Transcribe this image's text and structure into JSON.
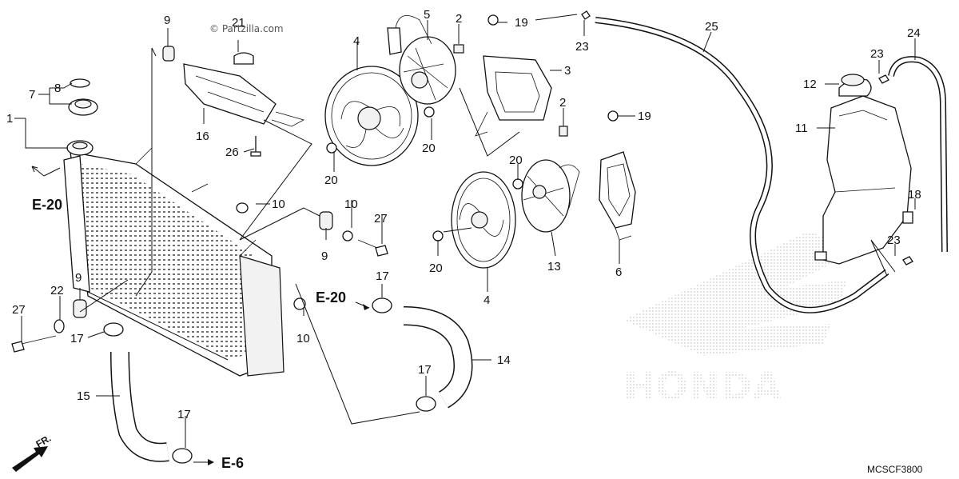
{
  "watermark": "© Partzilla.com",
  "diagram_code": "MCSCF3800",
  "brand_mark": "HONDA",
  "front_arrow": "FR.",
  "callouts": [
    {
      "id": "c1",
      "text": "1"
    },
    {
      "id": "c2a",
      "text": "2"
    },
    {
      "id": "c2b",
      "text": "2"
    },
    {
      "id": "c3",
      "text": "3"
    },
    {
      "id": "c4a",
      "text": "4"
    },
    {
      "id": "c4b",
      "text": "4"
    },
    {
      "id": "c5",
      "text": "5"
    },
    {
      "id": "c6",
      "text": "6"
    },
    {
      "id": "c7",
      "text": "7"
    },
    {
      "id": "c8",
      "text": "8"
    },
    {
      "id": "c9a",
      "text": "9"
    },
    {
      "id": "c9b",
      "text": "9"
    },
    {
      "id": "c9c",
      "text": "9"
    },
    {
      "id": "c10a",
      "text": "10"
    },
    {
      "id": "c10b",
      "text": "10"
    },
    {
      "id": "c10c",
      "text": "10"
    },
    {
      "id": "c11",
      "text": "11"
    },
    {
      "id": "c12",
      "text": "12"
    },
    {
      "id": "c13",
      "text": "13"
    },
    {
      "id": "c14",
      "text": "14"
    },
    {
      "id": "c15",
      "text": "15"
    },
    {
      "id": "c16",
      "text": "16"
    },
    {
      "id": "c17a",
      "text": "17"
    },
    {
      "id": "c17b",
      "text": "17"
    },
    {
      "id": "c17c",
      "text": "17"
    },
    {
      "id": "c17d",
      "text": "17"
    },
    {
      "id": "c18",
      "text": "18"
    },
    {
      "id": "c19a",
      "text": "19"
    },
    {
      "id": "c19b",
      "text": "19"
    },
    {
      "id": "c20a",
      "text": "20"
    },
    {
      "id": "c20b",
      "text": "20"
    },
    {
      "id": "c20c",
      "text": "20"
    },
    {
      "id": "c20d",
      "text": "20"
    },
    {
      "id": "c21",
      "text": "21"
    },
    {
      "id": "c22",
      "text": "22"
    },
    {
      "id": "c23a",
      "text": "23"
    },
    {
      "id": "c23b",
      "text": "23"
    },
    {
      "id": "c23c",
      "text": "23"
    },
    {
      "id": "c24",
      "text": "24"
    },
    {
      "id": "c25",
      "text": "25"
    },
    {
      "id": "c26",
      "text": "26"
    },
    {
      "id": "c27a",
      "text": "27"
    },
    {
      "id": "c27b",
      "text": "27"
    }
  ],
  "references": [
    {
      "id": "e20a",
      "text": "E-20"
    },
    {
      "id": "e20b",
      "text": "E-20"
    },
    {
      "id": "e6",
      "text": "E-6"
    }
  ]
}
